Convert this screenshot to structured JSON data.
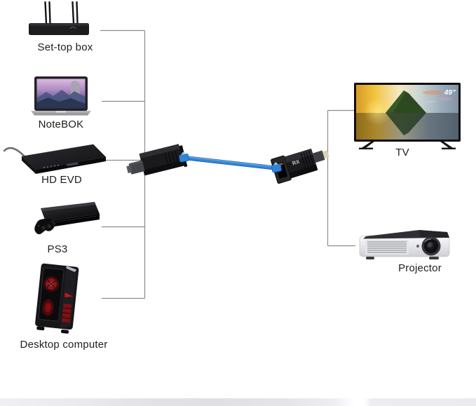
{
  "diagram": {
    "sources": [
      {
        "id": "set-top-box",
        "label": "Set-top box"
      },
      {
        "id": "notebook",
        "label": "NoteBOK"
      },
      {
        "id": "hd-evd",
        "label": "HD EVD"
      },
      {
        "id": "ps3",
        "label": "PS3"
      },
      {
        "id": "desktop-computer",
        "label": "Desktop computer"
      }
    ],
    "displays": [
      {
        "id": "tv",
        "label": "TV",
        "size_badge": "49”"
      },
      {
        "id": "projector",
        "label": "Projector"
      }
    ],
    "adapters": {
      "receiver_marking": "RX"
    },
    "colors": {
      "connector_line": "#8c8c8c",
      "ethernet_cable": "#3188dd",
      "label_text": "#1e1e1e",
      "background": "#ffffff"
    }
  }
}
